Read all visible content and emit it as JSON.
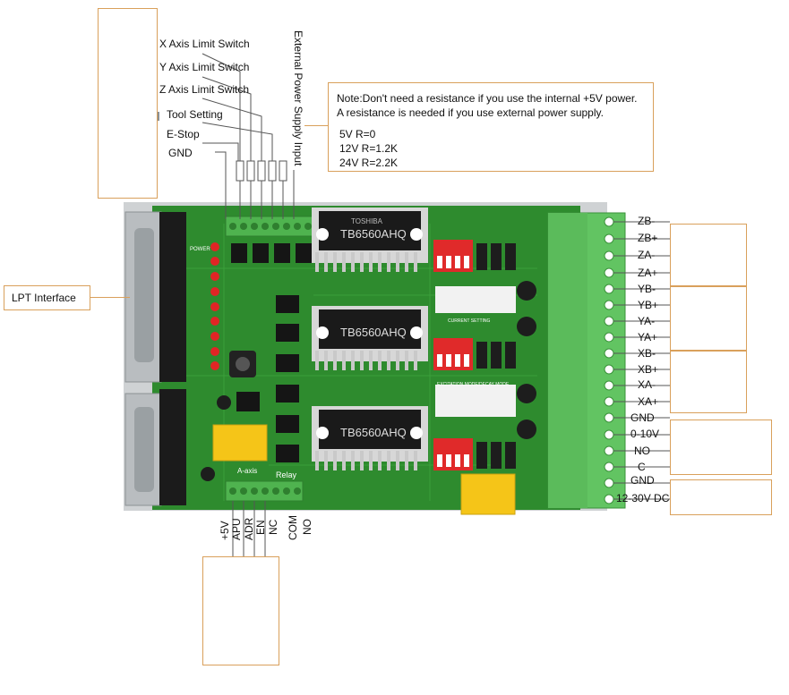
{
  "inputs": {
    "x_limit": "X Axis Limit Switch",
    "y_limit": "Y Axis Limit Switch",
    "z_limit": "Z Axis Limit Switch",
    "tool_setting": "Tool Setting",
    "estop": "E-Stop",
    "gnd": "GND",
    "external_power": "External Power Supply Input"
  },
  "note": {
    "line1": "Note:Don't need a resistance if you use the internal +5V power.",
    "line2": "A resistance is needed if you use external power supply.",
    "r1": "5V   R=0",
    "r2": "12V R=1.2K",
    "r3": "24V R=2.2K"
  },
  "lpt": {
    "label": "LPT Interface"
  },
  "outputs": {
    "zb_minus": "ZB-",
    "zb_plus": "ZB+",
    "za_minus": "ZA-",
    "za_plus": "ZA+",
    "yb_minus": "YB-",
    "yb_plus": "YB+",
    "ya_minus": "YA-",
    "ya_plus": "YA+",
    "xb_minus": "XB-",
    "xb_plus": "XB+",
    "xa_minus": "XA-",
    "xa_plus": "XA+",
    "gnd1": "GND",
    "v010": "0-10V",
    "no": "NO",
    "c": "C",
    "gnd2": "GND",
    "dc": "12-30V DC"
  },
  "bottom": {
    "p5v": "+5V",
    "apu": "APU",
    "adr": "ADR",
    "en": "EN",
    "nc": "NC",
    "com": "COM",
    "no": "NO"
  },
  "board": {
    "chip1": "TB6560AHQ",
    "chip2": "TB6560AHQ",
    "chip3": "TB6560AHQ",
    "brand": "TOSHIBA",
    "relay": "Relay",
    "aaxis": "A-axis",
    "power": "POWER",
    "current_setting": "CURRENT SETTING",
    "excitation": "EXCITATION MODE/DECAY MODE"
  },
  "colors": {
    "accent": "#d9a05b",
    "pcb": "#2e8b2e",
    "terminal": "#5cc15c"
  }
}
